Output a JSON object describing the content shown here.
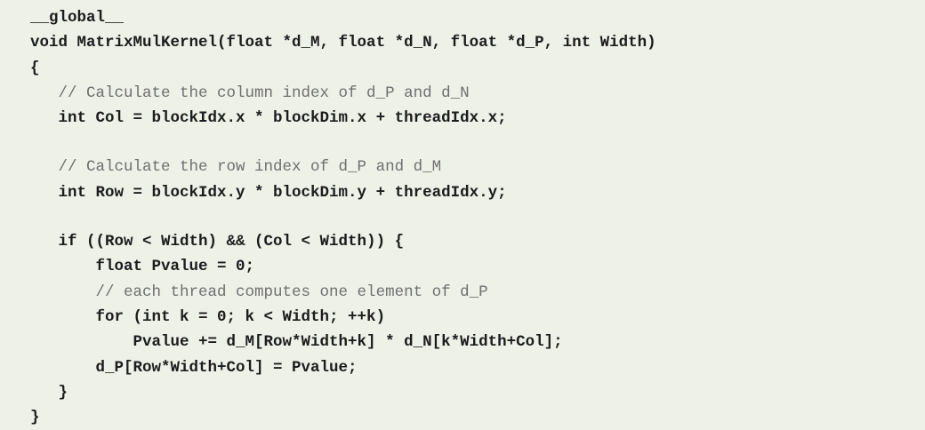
{
  "code": {
    "lines": [
      "__global__",
      "void MatrixMulKernel(float *d_M, float *d_N, float *d_P, int Width)",
      "{",
      "   // Calculate the column index of d_P and d_N",
      "   int Col = blockIdx.x * blockDim.x + threadIdx.x;",
      "",
      "   // Calculate the row index of d_P and d_M",
      "   int Row = blockIdx.y * blockDim.y + threadIdx.y;",
      "",
      "   if ((Row < Width) && (Col < Width)) {",
      "       float Pvalue = 0;",
      "       // each thread computes one element of d_P",
      "       for (int k = 0; k < Width; ++k)",
      "           Pvalue += d_M[Row*Width+k] * d_N[k*Width+Col];",
      "       d_P[Row*Width+Col] = Pvalue;",
      "   }",
      "}"
    ]
  }
}
